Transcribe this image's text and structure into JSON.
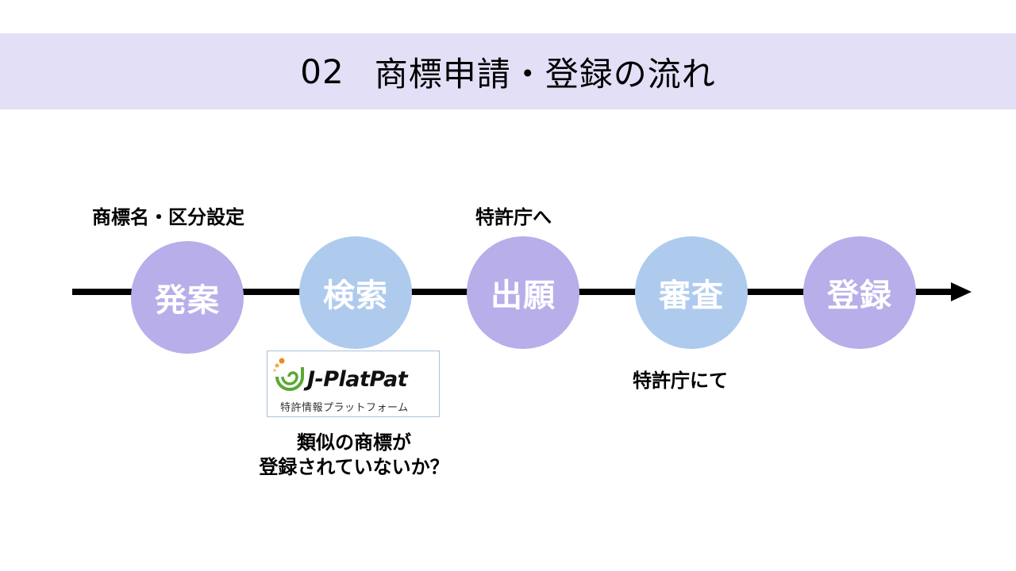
{
  "header": {
    "number": "02",
    "title": "商標申請・登録の流れ"
  },
  "colors": {
    "banner": "#e2dff6",
    "step_purple": "#b7aeea",
    "step_blue": "#aecbee",
    "line": "#000000"
  },
  "steps": [
    {
      "label": "発案",
      "color": "purple"
    },
    {
      "label": "検索",
      "color": "blue"
    },
    {
      "label": "出願",
      "color": "purple"
    },
    {
      "label": "審査",
      "color": "blue"
    },
    {
      "label": "登録",
      "color": "purple"
    }
  ],
  "annotations": {
    "above_step1": "商標名・区分設定",
    "above_step3": "特許庁へ",
    "below_step4": "特許庁にて",
    "below_step2_line1": "類似の商標が",
    "below_step2_line2": "登録されていないか？"
  },
  "logo": {
    "brand": "J-PlatPat",
    "subtitle": "特許情報プラットフォーム"
  }
}
